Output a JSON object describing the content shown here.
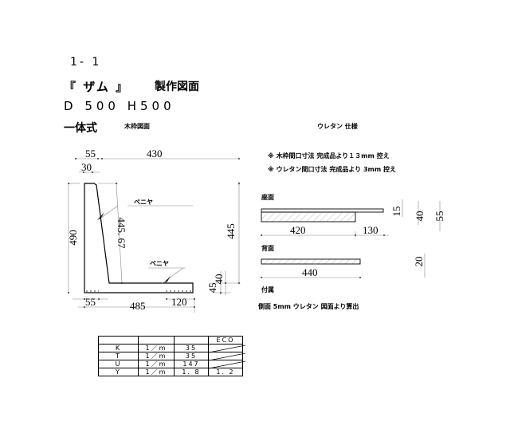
{
  "header": {
    "code": "1- 1",
    "product_name": "『 ザム 』",
    "document_type": "製作図面",
    "size": "D 500 H500",
    "construction_type": "一体式",
    "frame_drawing_label": "木枠図面"
  },
  "urethane_spec": {
    "title": "ウレタン 仕様",
    "notes": [
      "※  木枠間口寸法  完成品より１３mm  控え",
      "※  ウレタン間口寸法  完成品より  3mm  控え"
    ],
    "seat": {
      "label": "座面",
      "dims": {
        "length_a": "420",
        "length_b": "130",
        "t1": "15",
        "t2": "40",
        "t3": "55"
      }
    },
    "back": {
      "label": "背面",
      "dims": {
        "length": "440",
        "thickness": "20"
      }
    },
    "accessory": {
      "label": "付属",
      "note": "側面  5mm  ウレタン  図面より算出"
    }
  },
  "frame_drawing": {
    "dims": {
      "top_offset": "55",
      "top_width": "430",
      "top_thickness": "30",
      "total_height": "490",
      "slant_length": "445. 67",
      "right_height": "445",
      "seat_h1": "40",
      "seat_h2": "45",
      "bottom_left": "55",
      "bottom_mid": "485",
      "bottom_right": "120"
    },
    "callouts": [
      "ベニヤ",
      "ベニヤ"
    ]
  },
  "table": {
    "header": [
      "",
      "",
      "",
      "ECO"
    ],
    "rows": [
      {
        "code": "K",
        "unit": "1／m",
        "value": "35",
        "eco": ""
      },
      {
        "code": "T",
        "unit": "1／m",
        "value": "35",
        "eco": ""
      },
      {
        "code": "U",
        "unit": "1／m",
        "value": "147",
        "eco": ""
      },
      {
        "code": "Y",
        "unit": "1／m",
        "value": "1. 8",
        "eco": "1. 2"
      }
    ]
  }
}
